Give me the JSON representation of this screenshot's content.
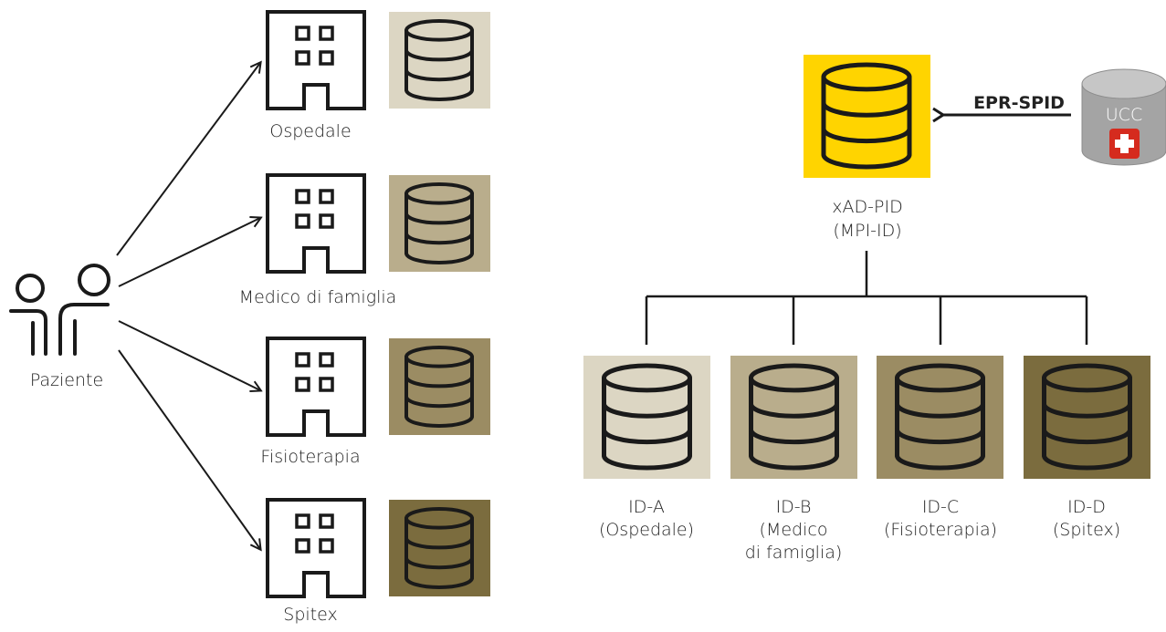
{
  "patient": {
    "label": "Paziente"
  },
  "facilities": [
    {
      "label": "Ospedale",
      "db_color": "#dcd6c3"
    },
    {
      "label": "Medico di famiglia",
      "db_color": "#b9ad8c"
    },
    {
      "label": "Fisioterapia",
      "db_color": "#9b8c63"
    },
    {
      "label": "Spitex",
      "db_color": "#7b6c3e"
    }
  ],
  "mpi": {
    "line1": "xAD-PID",
    "line2": "(MPI-ID)",
    "color": "#ffd400"
  },
  "ucc": {
    "label": "UCC",
    "arrow_label": "EPR-SPID"
  },
  "local_ids": [
    {
      "id": "ID-A",
      "lines": [
        "(Ospedale)"
      ],
      "db_color": "#dcd6c3"
    },
    {
      "id": "ID-B",
      "lines": [
        "(Medico",
        "di famiglia)"
      ],
      "db_color": "#b9ad8c"
    },
    {
      "id": "ID-C",
      "lines": [
        "(Fisioterapia)"
      ],
      "db_color": "#9b8c63"
    },
    {
      "id": "ID-D",
      "lines": [
        "(Spitex)"
      ],
      "db_color": "#7b6c3e"
    }
  ]
}
